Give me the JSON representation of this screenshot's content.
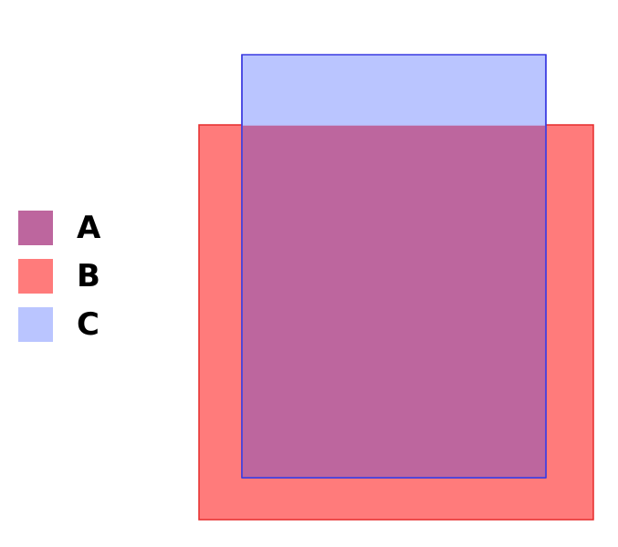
{
  "legend": {
    "items": [
      {
        "label": "A",
        "color": "#bd669e"
      },
      {
        "label": "B",
        "color": "#ff7b7b"
      },
      {
        "label": "C",
        "color": "#bac5ff"
      }
    ]
  },
  "shapes": {
    "b_rect": {
      "fill": "#ff7b7b",
      "stroke": "#e52b2b"
    },
    "c_rect": {
      "fill": "#bac5ff",
      "stroke": "#3a3ae0"
    },
    "overlap_rect": {
      "fill": "#bd669e"
    }
  }
}
